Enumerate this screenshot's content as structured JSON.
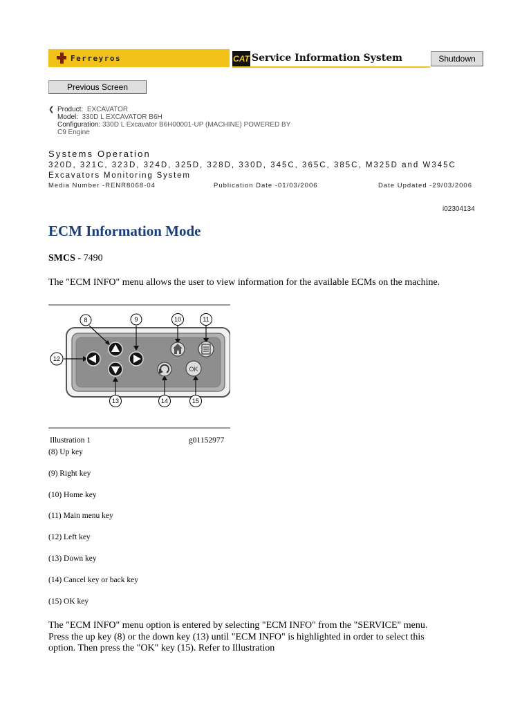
{
  "header": {
    "brand": "Ferreyros",
    "cat_logo": "CAT",
    "title": "Service Information System",
    "shutdown_label": "Shutdown",
    "prev_label": "Previous Screen"
  },
  "product": {
    "product_label": "Product:",
    "product_value": "EXCAVATOR",
    "model_label": "Model:",
    "model_value": "330D L EXCAVATOR B6H",
    "config_label": "Configuration:",
    "config_value_1": "330D L Excavator B6H00001-UP (MACHINE) POWERED BY",
    "config_value_2": "C9 Engine"
  },
  "doc": {
    "section": "Systems Operation",
    "models": "320D, 321C, 323D, 324D, 325D, 328D, 330D, 345C, 365C, 385C, M325D and W345C",
    "subsystem": "Excavators Monitoring System",
    "media": "Media Number -RENR8068-04",
    "pub_date": "Publication Date -01/03/2006",
    "updated": "Date Updated -29/03/2006",
    "doc_id": "i02304134"
  },
  "content": {
    "title": "ECM Information Mode",
    "smcs_label": "SMCS - ",
    "smcs_value": "7490",
    "intro": "The \"ECM INFO\" menu allows the user to view information for the available ECMs on the machine.",
    "caption_left": "Illustration 1",
    "caption_right": "g01152977",
    "keys": [
      "(8) Up key",
      "(9) Right key",
      "(10) Home key",
      "(11) Main menu key",
      "(12) Left key",
      "(13) Down key",
      "(14) Cancel key or back key",
      "(15) OK key"
    ],
    "para_1": "The \"ECM INFO\" menu option is entered by selecting \"ECM INFO\" from the \"SERVICE\" menu.",
    "para_2": "Press the up key (8) or the down key (13) until \"ECM INFO\" is highlighted in order to select this",
    "para_3": "option. Then press the \"OK\" key (15). Refer to Illustration"
  },
  "figure": {
    "callouts": [
      "8",
      "9",
      "10",
      "11",
      "12",
      "13",
      "14",
      "15"
    ],
    "ok_label": "OK"
  },
  "colors": {
    "brand_yellow": "#f2c21a",
    "title_blue": "#1b3e7a"
  }
}
